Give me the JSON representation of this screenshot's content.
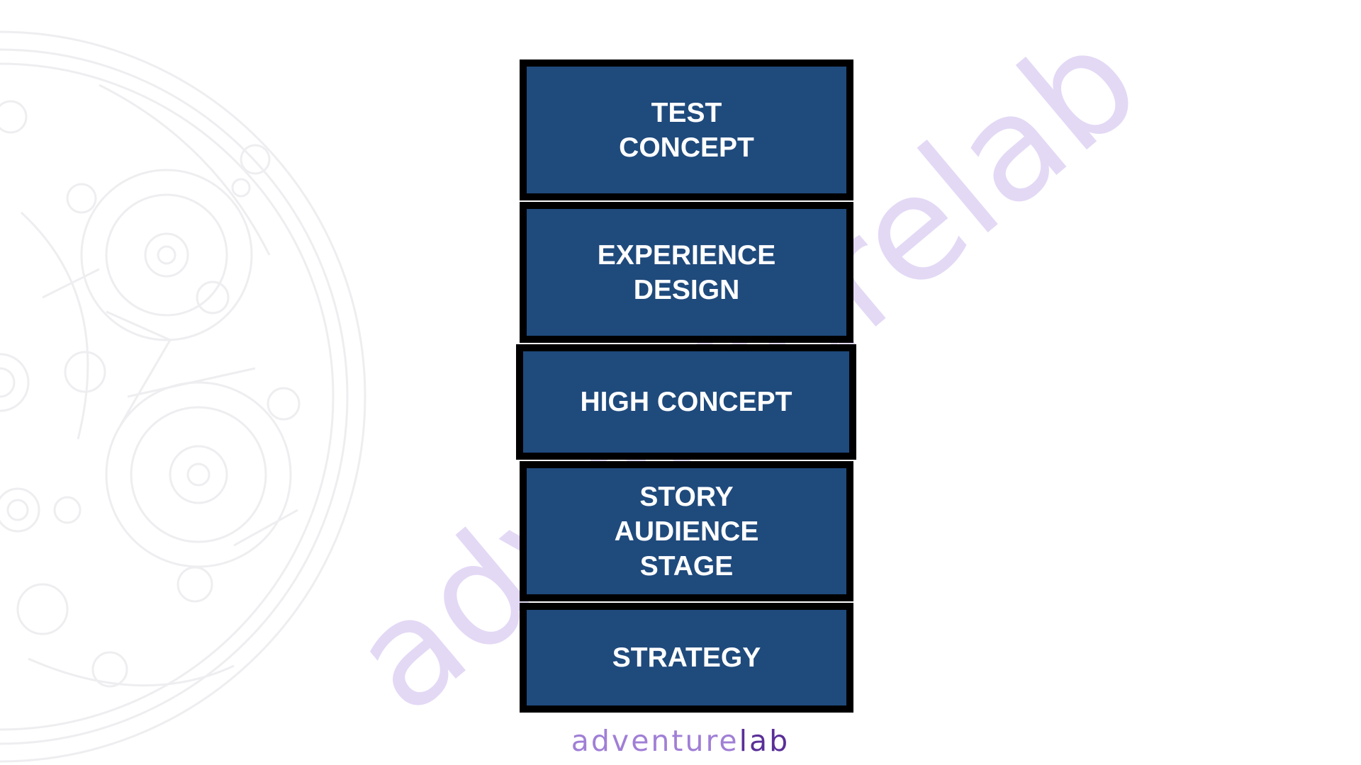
{
  "diagram": {
    "blocks": [
      {
        "id": "test-concept",
        "label": "TEST\nCONCEPT"
      },
      {
        "id": "experience-design",
        "label": "EXPERIENCE\nDESIGN"
      },
      {
        "id": "high-concept",
        "label": "HIGH CONCEPT"
      },
      {
        "id": "story-audience-stage",
        "label": "STORY\nAUDIENCE\nSTAGE"
      },
      {
        "id": "strategy",
        "label": "STRATEGY"
      }
    ]
  },
  "branding": {
    "logo_part1": "adventure",
    "logo_part2": "lab",
    "watermark": "adventurelab"
  },
  "colors": {
    "block_fill": "#1f4a7c",
    "block_border": "#000000",
    "label_text": "#ffffff",
    "logo_part1": "#a07fd6",
    "logo_part2": "#5a2f98",
    "watermark": "#e3d9f5",
    "background_art": "#f1f1f3"
  },
  "icons": {
    "background": "clockwork-mechanism-icon"
  }
}
